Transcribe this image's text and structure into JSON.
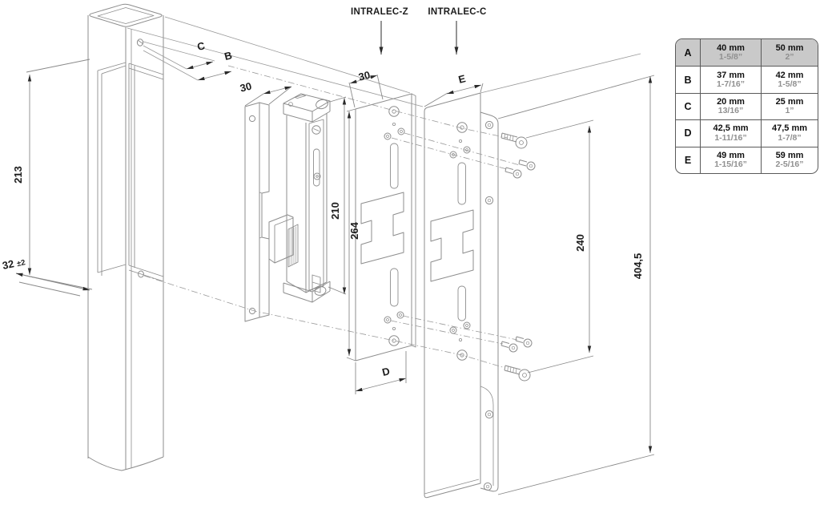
{
  "labels": {
    "intralec_z": "INTRALEC-Z",
    "intralec_c": "INTRALEC-C"
  },
  "dimensions": {
    "post_cutout_height": "213",
    "post_offset_value": "32",
    "post_offset_tolerance": "±2",
    "dim_c": "C",
    "dim_b": "B",
    "backplate_depth": "30",
    "zplate_depth": "30",
    "dim_e": "E",
    "dim_d": "D",
    "strike_height": "210",
    "backplate_height": "264",
    "screw_spacing": "240",
    "cplate_height": "404,5"
  },
  "size_table": {
    "rows": [
      {
        "key": "A",
        "left_mm": "40 mm",
        "left_in": "1-5/8”",
        "right_mm": "50 mm",
        "right_in": "2”"
      },
      {
        "key": "B",
        "left_mm": "37 mm",
        "left_in": "1-7/16”",
        "right_mm": "42 mm",
        "right_in": "1-5/8”"
      },
      {
        "key": "C",
        "left_mm": "20 mm",
        "left_in": "13/16”",
        "right_mm": "25 mm",
        "right_in": "1”"
      },
      {
        "key": "D",
        "left_mm": "42,5 mm",
        "left_in": "1-11/16”",
        "right_mm": "47,5 mm",
        "right_in": "1-7/8”"
      },
      {
        "key": "E",
        "left_mm": "49 mm",
        "left_in": "1-15/16”",
        "right_mm": "59 mm",
        "right_in": "2-5/16”"
      }
    ]
  },
  "colors": {
    "line": "#8d8d8d",
    "text": "#1c1c1c",
    "table_header_bg": "#c9c9c9",
    "inch_text": "#909090"
  }
}
